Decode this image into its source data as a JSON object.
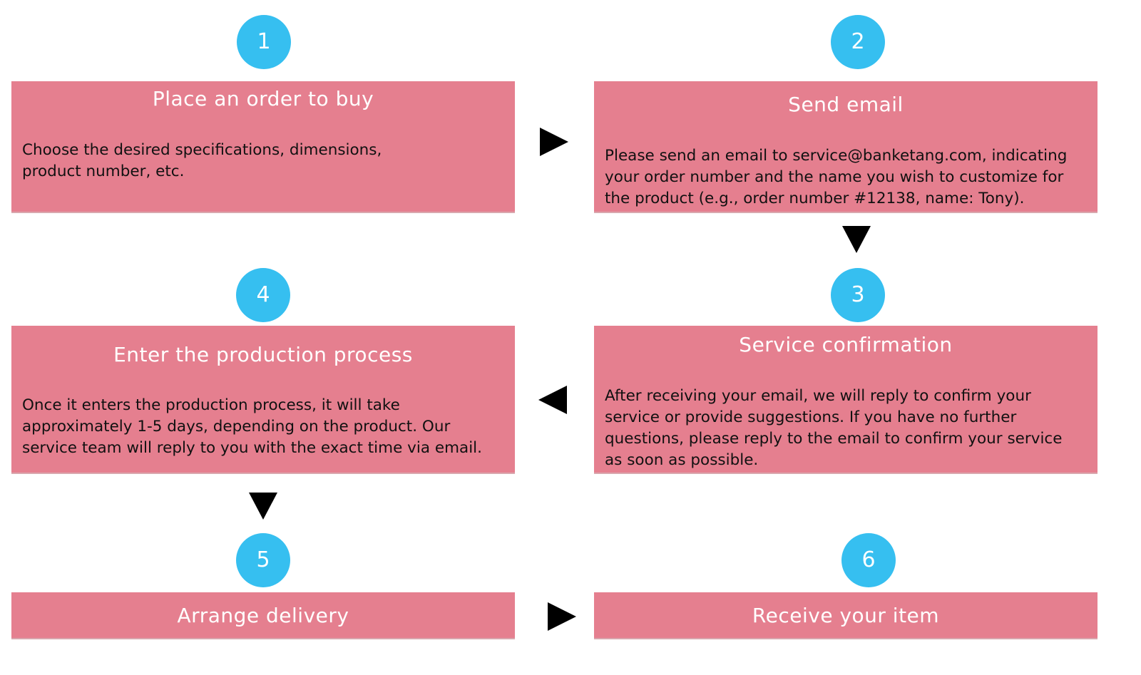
{
  "steps": [
    {
      "number": "1",
      "title": "Place an order to buy",
      "description": "Choose the desired specifications, dimensions,\nproduct number, etc."
    },
    {
      "number": "2",
      "title": "Send email",
      "description": "Please send an email to service@banketang.com, indicating\nyour order number and the name you wish to customize for\nthe product (e.g., order number #12138, name: Tony)."
    },
    {
      "number": "3",
      "title": "Service confirmation",
      "description": "After receiving your email, we will reply to confirm your\nservice or provide suggestions. If you have no further\nquestions, please reply to the email to confirm your service\nas soon as possible."
    },
    {
      "number": "4",
      "title": "Enter the production process",
      "description": "Once it enters the production process, it will take\napproximately 1-5 days, depending on the product. Our\nservice team will reply to you with the exact time via email."
    },
    {
      "number": "5",
      "title": "Arrange delivery"
    },
    {
      "number": "6",
      "title": "Receive your item"
    }
  ],
  "colors": {
    "badge": "#36bff0",
    "box": "#e57f8f",
    "arrow": "#000000"
  },
  "icons": {
    "flow_arrows": [
      "arrow-right-icon",
      "arrow-down-icon",
      "arrow-left-icon",
      "arrow-down-icon",
      "arrow-right-icon"
    ]
  }
}
